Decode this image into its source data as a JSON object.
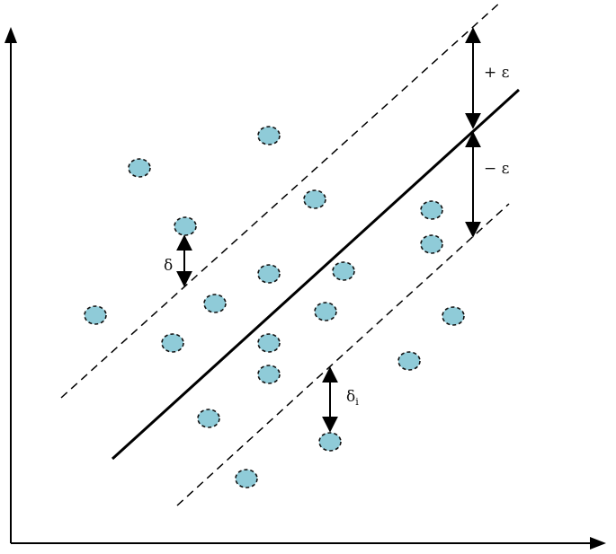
{
  "colors": {
    "point_fill": "#8fcbd8",
    "point_stroke": "#111111",
    "line": "#000000"
  },
  "labels": {
    "plus_epsilon": "+ ε",
    "minus_epsilon": "− ε",
    "delta": "δ",
    "delta_i_base": "δ",
    "delta_i_sub": "i"
  }
}
